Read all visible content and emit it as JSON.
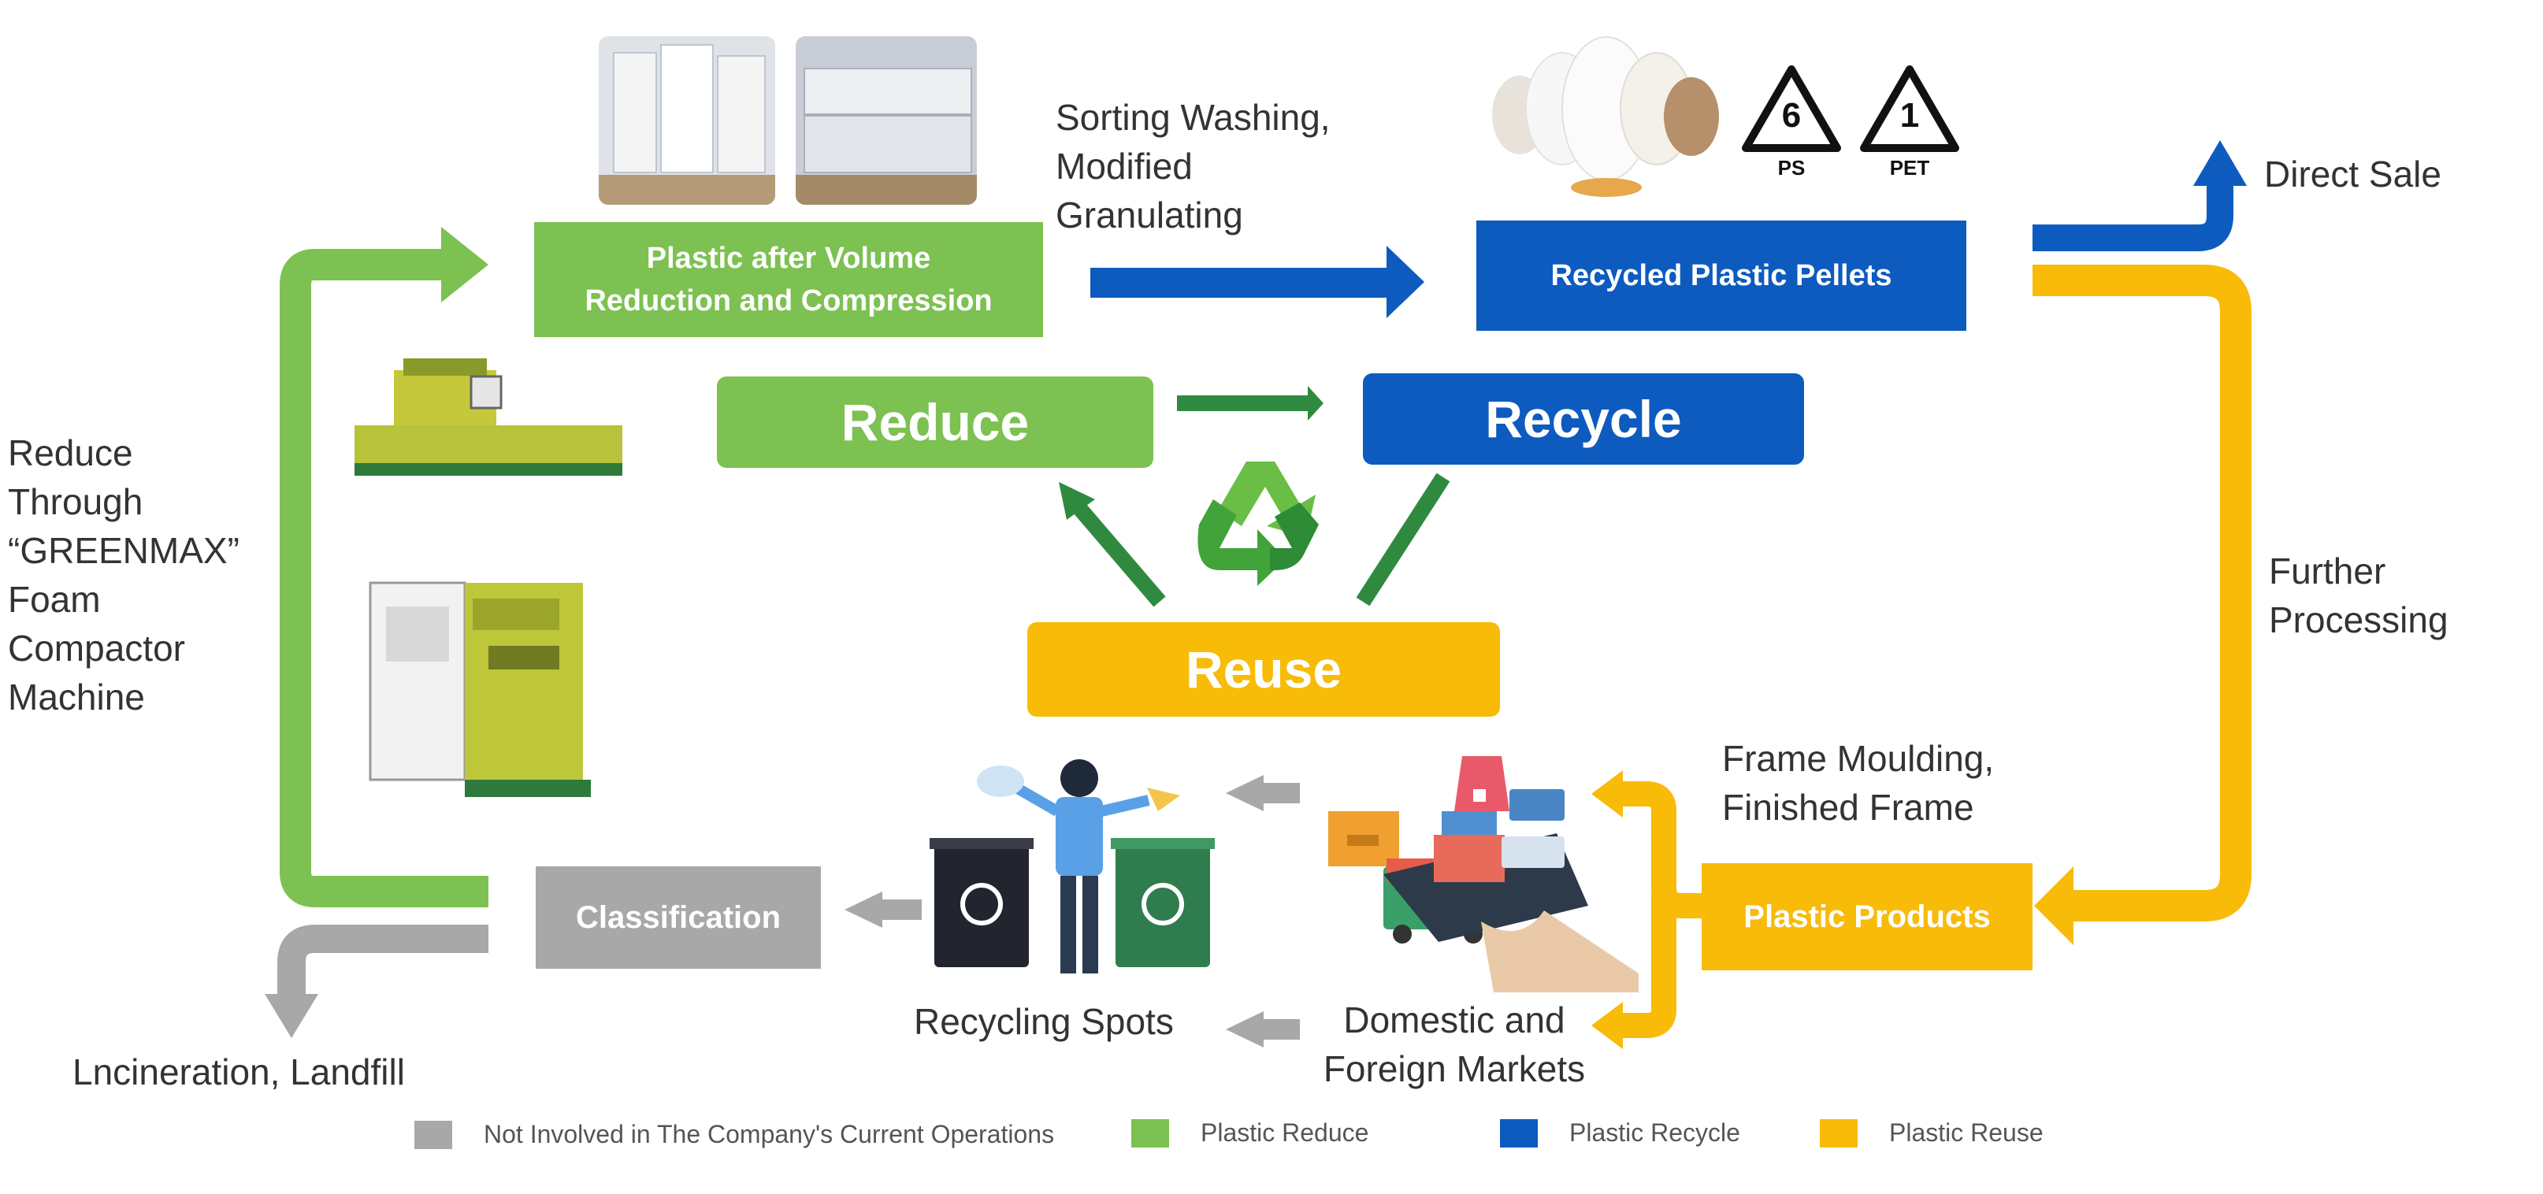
{
  "colors": {
    "reduce": "#7cc151",
    "recycle": "#0d5bbf",
    "reuse": "#f8bb08",
    "inactive": "#a8a8a8",
    "arrow_dark_green": "#2f8a3f"
  },
  "core": {
    "reduce": "Reduce",
    "recycle": "Recycle",
    "reuse": "Reuse"
  },
  "boxes": {
    "compression": "Plastic after Volume Reduction and Compression",
    "pellets": "Recycled Plastic Pellets",
    "products": "Plastic Products",
    "classification": "Classification"
  },
  "labels": {
    "sorting": "Sorting Washing, Modified Granulating",
    "direct_sale": "Direct Sale",
    "further_processing": "Further Processing",
    "frame": "Frame Moulding, Finished Frame",
    "markets": "Domestic and Foreign Markets",
    "recycling_spots": "Recycling Spots",
    "incineration": "Lncineration, Landfill",
    "greenmax": "Reduce Through “GREENMAX” Foam Compactor Machine"
  },
  "resin_codes": [
    {
      "number": "6",
      "label": "PS"
    },
    {
      "number": "1",
      "label": "PET"
    }
  ],
  "legend": [
    {
      "label": "Not Involved in The Company's Current Operations",
      "color": "#a8a8a8"
    },
    {
      "label": "Plastic Reduce",
      "color": "#7cc151"
    },
    {
      "label": "Plastic Recycle",
      "color": "#0d5bbf"
    },
    {
      "label": "Plastic Reuse",
      "color": "#f8bb08"
    }
  ],
  "icons": {
    "recycle_center": "recycle-symbol-icon",
    "compactor_machines": "foam-compactor-machine-icon",
    "person_bins": "recycling-bins-icon",
    "shopping": "online-shopping-icon"
  }
}
